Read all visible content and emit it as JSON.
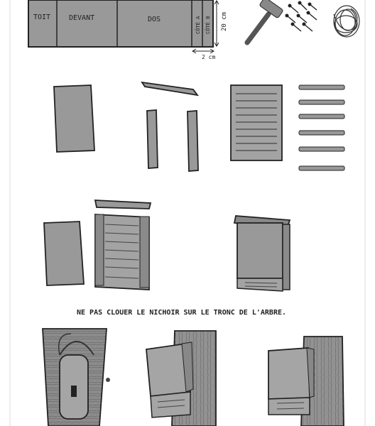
{
  "plank": {
    "labels": {
      "toit": "TOIT",
      "devant": "DEVANT",
      "dos": "DOS",
      "cote_a": "CÔTÉ A",
      "cote_b": "CÔTÉ B"
    },
    "dim_height": "20 cm",
    "dim_thickness": "2 cm"
  },
  "warning": "NE PAS CLOUER LE NICHOIR SUR LE TRONC DE L'ARBRE.",
  "tools": [
    "hammer-icon",
    "nails-icon",
    "wire-coil-icon"
  ],
  "colors": {
    "wood": "#9a9a9a",
    "wood_dark": "#6f6f6f",
    "ink": "#1a1a1a",
    "paper": "#ffffff"
  }
}
